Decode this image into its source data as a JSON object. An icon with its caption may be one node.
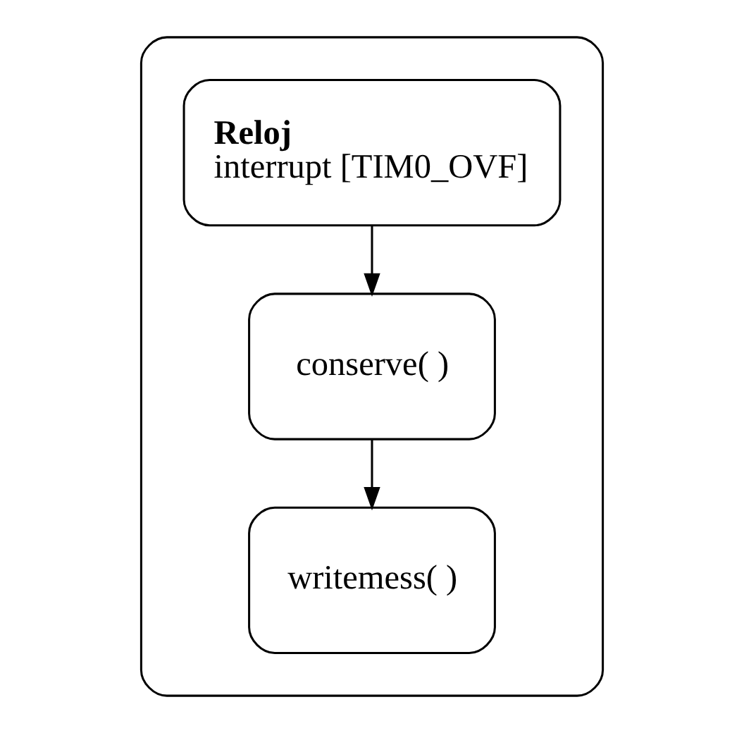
{
  "diagram": {
    "nodes": [
      {
        "text": [],
        "shape": "box"
      },
      {
        "text": [
          "Reloj",
          "interrupt [TIM0_OVF]"
        ],
        "in": 0
      },
      {
        "text": [
          "conserve( )"
        ],
        "in": 0
      },
      {
        "text": [
          "writemess( )"
        ],
        "in": 0
      }
    ],
    "edges": [
      {
        "from": 1,
        "to": 2,
        "arrow": "to"
      },
      {
        "from": 2,
        "to": 3,
        "arrow": "to"
      }
    ]
  }
}
